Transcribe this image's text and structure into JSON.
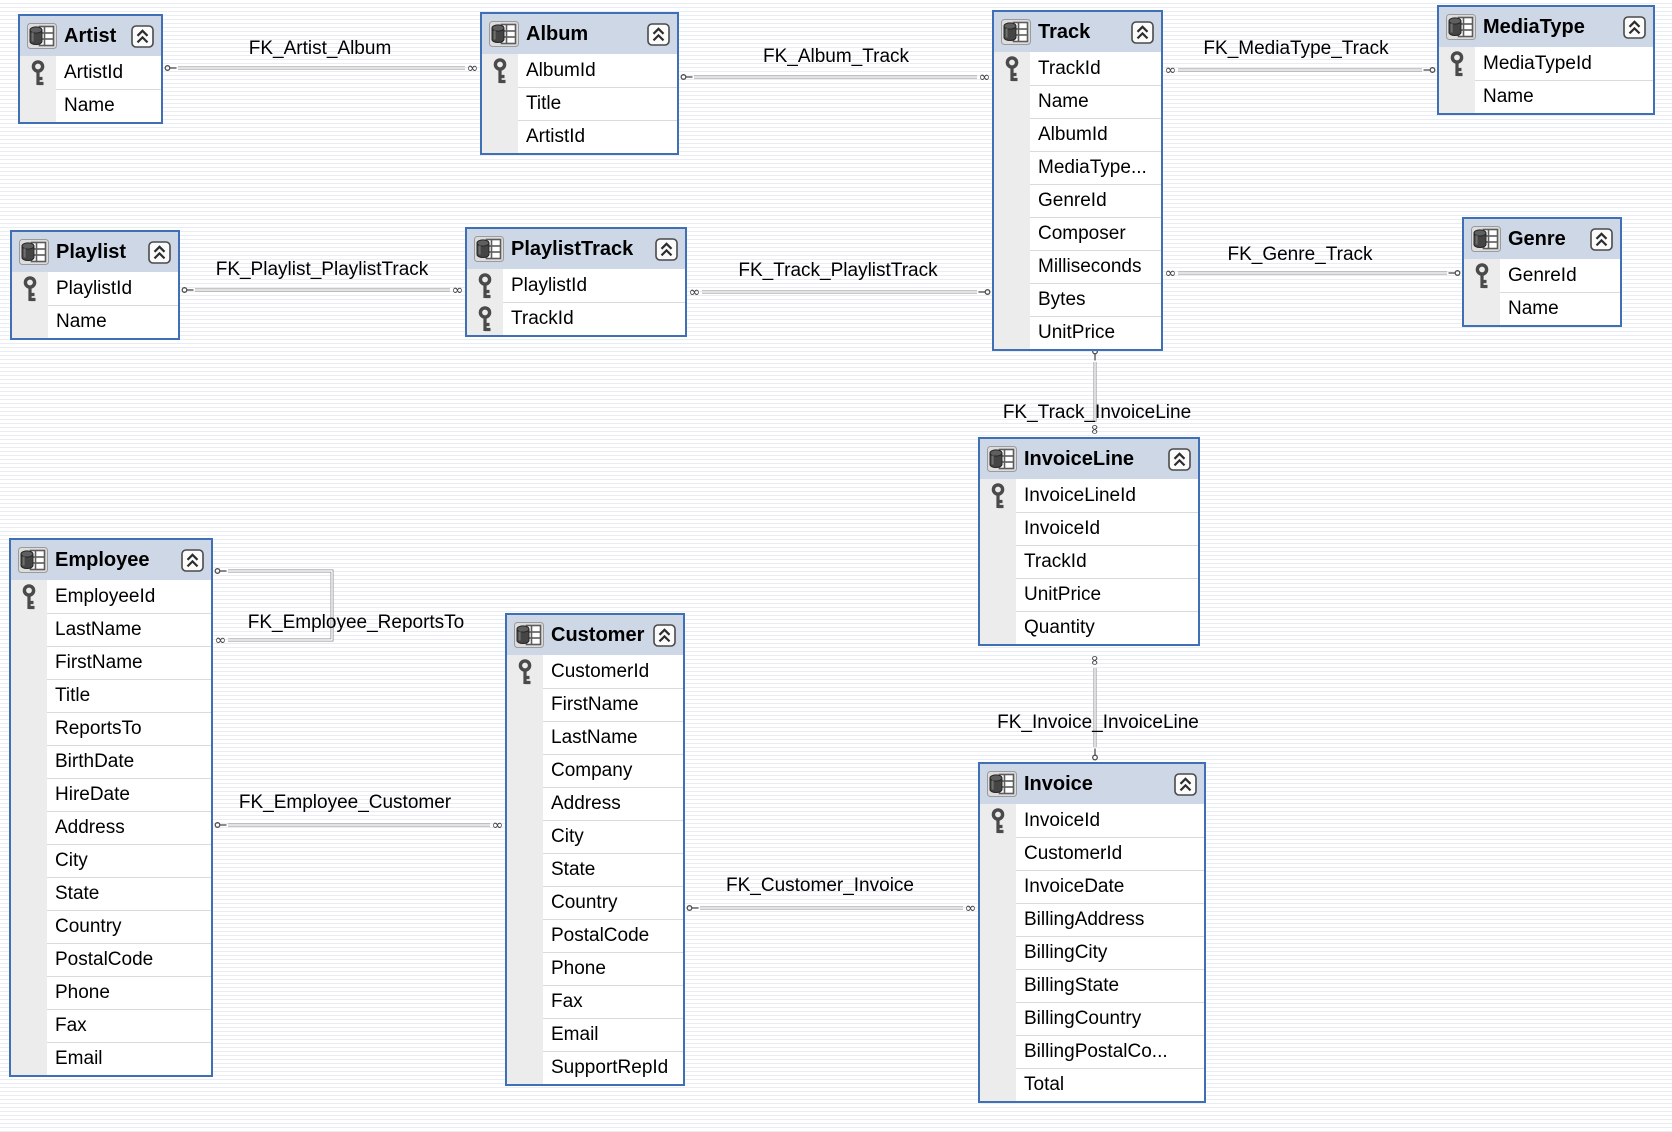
{
  "diagram": {
    "background": {
      "stripe_light": "#ffffff",
      "stripe_dark": "#e9ecf2"
    },
    "colors": {
      "table_border": "#3f6fb5",
      "header_bg": "#cdd7e6",
      "gutter_bg": "#ececec",
      "row_divider": "#dadada",
      "connector": "#8f8f8f",
      "text": "#000000"
    },
    "icons": {
      "header": "database-table-icon",
      "collapse": "collapse-chevrons-icon",
      "primary_key": "key-icon",
      "relationship_one_end": "key-end-icon",
      "relationship_many_end": "infinity-end-icon"
    },
    "tables": [
      {
        "id": "artist",
        "title": "Artist",
        "columns": [
          {
            "name": "ArtistId",
            "pk": true
          },
          {
            "name": "Name",
            "pk": false
          }
        ]
      },
      {
        "id": "album",
        "title": "Album",
        "columns": [
          {
            "name": "AlbumId",
            "pk": true
          },
          {
            "name": "Title",
            "pk": false
          },
          {
            "name": "ArtistId",
            "pk": false
          }
        ]
      },
      {
        "id": "track",
        "title": "Track",
        "columns": [
          {
            "name": "TrackId",
            "pk": true
          },
          {
            "name": "Name",
            "pk": false
          },
          {
            "name": "AlbumId",
            "pk": false
          },
          {
            "name": "MediaType...",
            "pk": false
          },
          {
            "name": "GenreId",
            "pk": false
          },
          {
            "name": "Composer",
            "pk": false
          },
          {
            "name": "Milliseconds",
            "pk": false
          },
          {
            "name": "Bytes",
            "pk": false
          },
          {
            "name": "UnitPrice",
            "pk": false
          }
        ]
      },
      {
        "id": "mediatype",
        "title": "MediaType",
        "columns": [
          {
            "name": "MediaTypeId",
            "pk": true
          },
          {
            "name": "Name",
            "pk": false
          }
        ]
      },
      {
        "id": "genre",
        "title": "Genre",
        "columns": [
          {
            "name": "GenreId",
            "pk": true
          },
          {
            "name": "Name",
            "pk": false
          }
        ]
      },
      {
        "id": "playlist",
        "title": "Playlist",
        "columns": [
          {
            "name": "PlaylistId",
            "pk": true
          },
          {
            "name": "Name",
            "pk": false
          }
        ]
      },
      {
        "id": "playlisttrack",
        "title": "PlaylistTrack",
        "columns": [
          {
            "name": "PlaylistId",
            "pk": true
          },
          {
            "name": "TrackId",
            "pk": true
          }
        ]
      },
      {
        "id": "invoiceline",
        "title": "InvoiceLine",
        "columns": [
          {
            "name": "InvoiceLineId",
            "pk": true
          },
          {
            "name": "InvoiceId",
            "pk": false
          },
          {
            "name": "TrackId",
            "pk": false
          },
          {
            "name": "UnitPrice",
            "pk": false
          },
          {
            "name": "Quantity",
            "pk": false
          }
        ]
      },
      {
        "id": "employee",
        "title": "Employee",
        "columns": [
          {
            "name": "EmployeeId",
            "pk": true
          },
          {
            "name": "LastName",
            "pk": false
          },
          {
            "name": "FirstName",
            "pk": false
          },
          {
            "name": "Title",
            "pk": false
          },
          {
            "name": "ReportsTo",
            "pk": false
          },
          {
            "name": "BirthDate",
            "pk": false
          },
          {
            "name": "HireDate",
            "pk": false
          },
          {
            "name": "Address",
            "pk": false
          },
          {
            "name": "City",
            "pk": false
          },
          {
            "name": "State",
            "pk": false
          },
          {
            "name": "Country",
            "pk": false
          },
          {
            "name": "PostalCode",
            "pk": false
          },
          {
            "name": "Phone",
            "pk": false
          },
          {
            "name": "Fax",
            "pk": false
          },
          {
            "name": "Email",
            "pk": false
          }
        ]
      },
      {
        "id": "customer",
        "title": "Customer",
        "columns": [
          {
            "name": "CustomerId",
            "pk": true
          },
          {
            "name": "FirstName",
            "pk": false
          },
          {
            "name": "LastName",
            "pk": false
          },
          {
            "name": "Company",
            "pk": false
          },
          {
            "name": "Address",
            "pk": false
          },
          {
            "name": "City",
            "pk": false
          },
          {
            "name": "State",
            "pk": false
          },
          {
            "name": "Country",
            "pk": false
          },
          {
            "name": "PostalCode",
            "pk": false
          },
          {
            "name": "Phone",
            "pk": false
          },
          {
            "name": "Fax",
            "pk": false
          },
          {
            "name": "Email",
            "pk": false
          },
          {
            "name": "SupportRepId",
            "pk": false
          }
        ]
      },
      {
        "id": "invoice",
        "title": "Invoice",
        "columns": [
          {
            "name": "InvoiceId",
            "pk": true
          },
          {
            "name": "CustomerId",
            "pk": false
          },
          {
            "name": "InvoiceDate",
            "pk": false
          },
          {
            "name": "BillingAddress",
            "pk": false
          },
          {
            "name": "BillingCity",
            "pk": false
          },
          {
            "name": "BillingState",
            "pk": false
          },
          {
            "name": "BillingCountry",
            "pk": false
          },
          {
            "name": "BillingPostalCo...",
            "pk": false
          },
          {
            "name": "Total",
            "pk": false
          }
        ]
      }
    ],
    "relationships": [
      {
        "id": "fk_artist_album",
        "label": "FK_Artist_Album"
      },
      {
        "id": "fk_album_track",
        "label": "FK_Album_Track"
      },
      {
        "id": "fk_mediatype_track",
        "label": "FK_MediaType_Track"
      },
      {
        "id": "fk_genre_track",
        "label": "FK_Genre_Track"
      },
      {
        "id": "fk_playlist_playlisttrack",
        "label": "FK_Playlist_PlaylistTrack"
      },
      {
        "id": "fk_track_playlisttrack",
        "label": "FK_Track_PlaylistTrack"
      },
      {
        "id": "fk_track_invoiceline",
        "label": "FK_Track_InvoiceLine"
      },
      {
        "id": "fk_invoice_invoiceline",
        "label": "FK_Invoice_InvoiceLine"
      },
      {
        "id": "fk_employee_reportsto",
        "label": "FK_Employee_ReportsTo"
      },
      {
        "id": "fk_employee_customer",
        "label": "FK_Employee_Customer"
      },
      {
        "id": "fk_customer_invoice",
        "label": "FK_Customer_Invoice"
      }
    ]
  }
}
